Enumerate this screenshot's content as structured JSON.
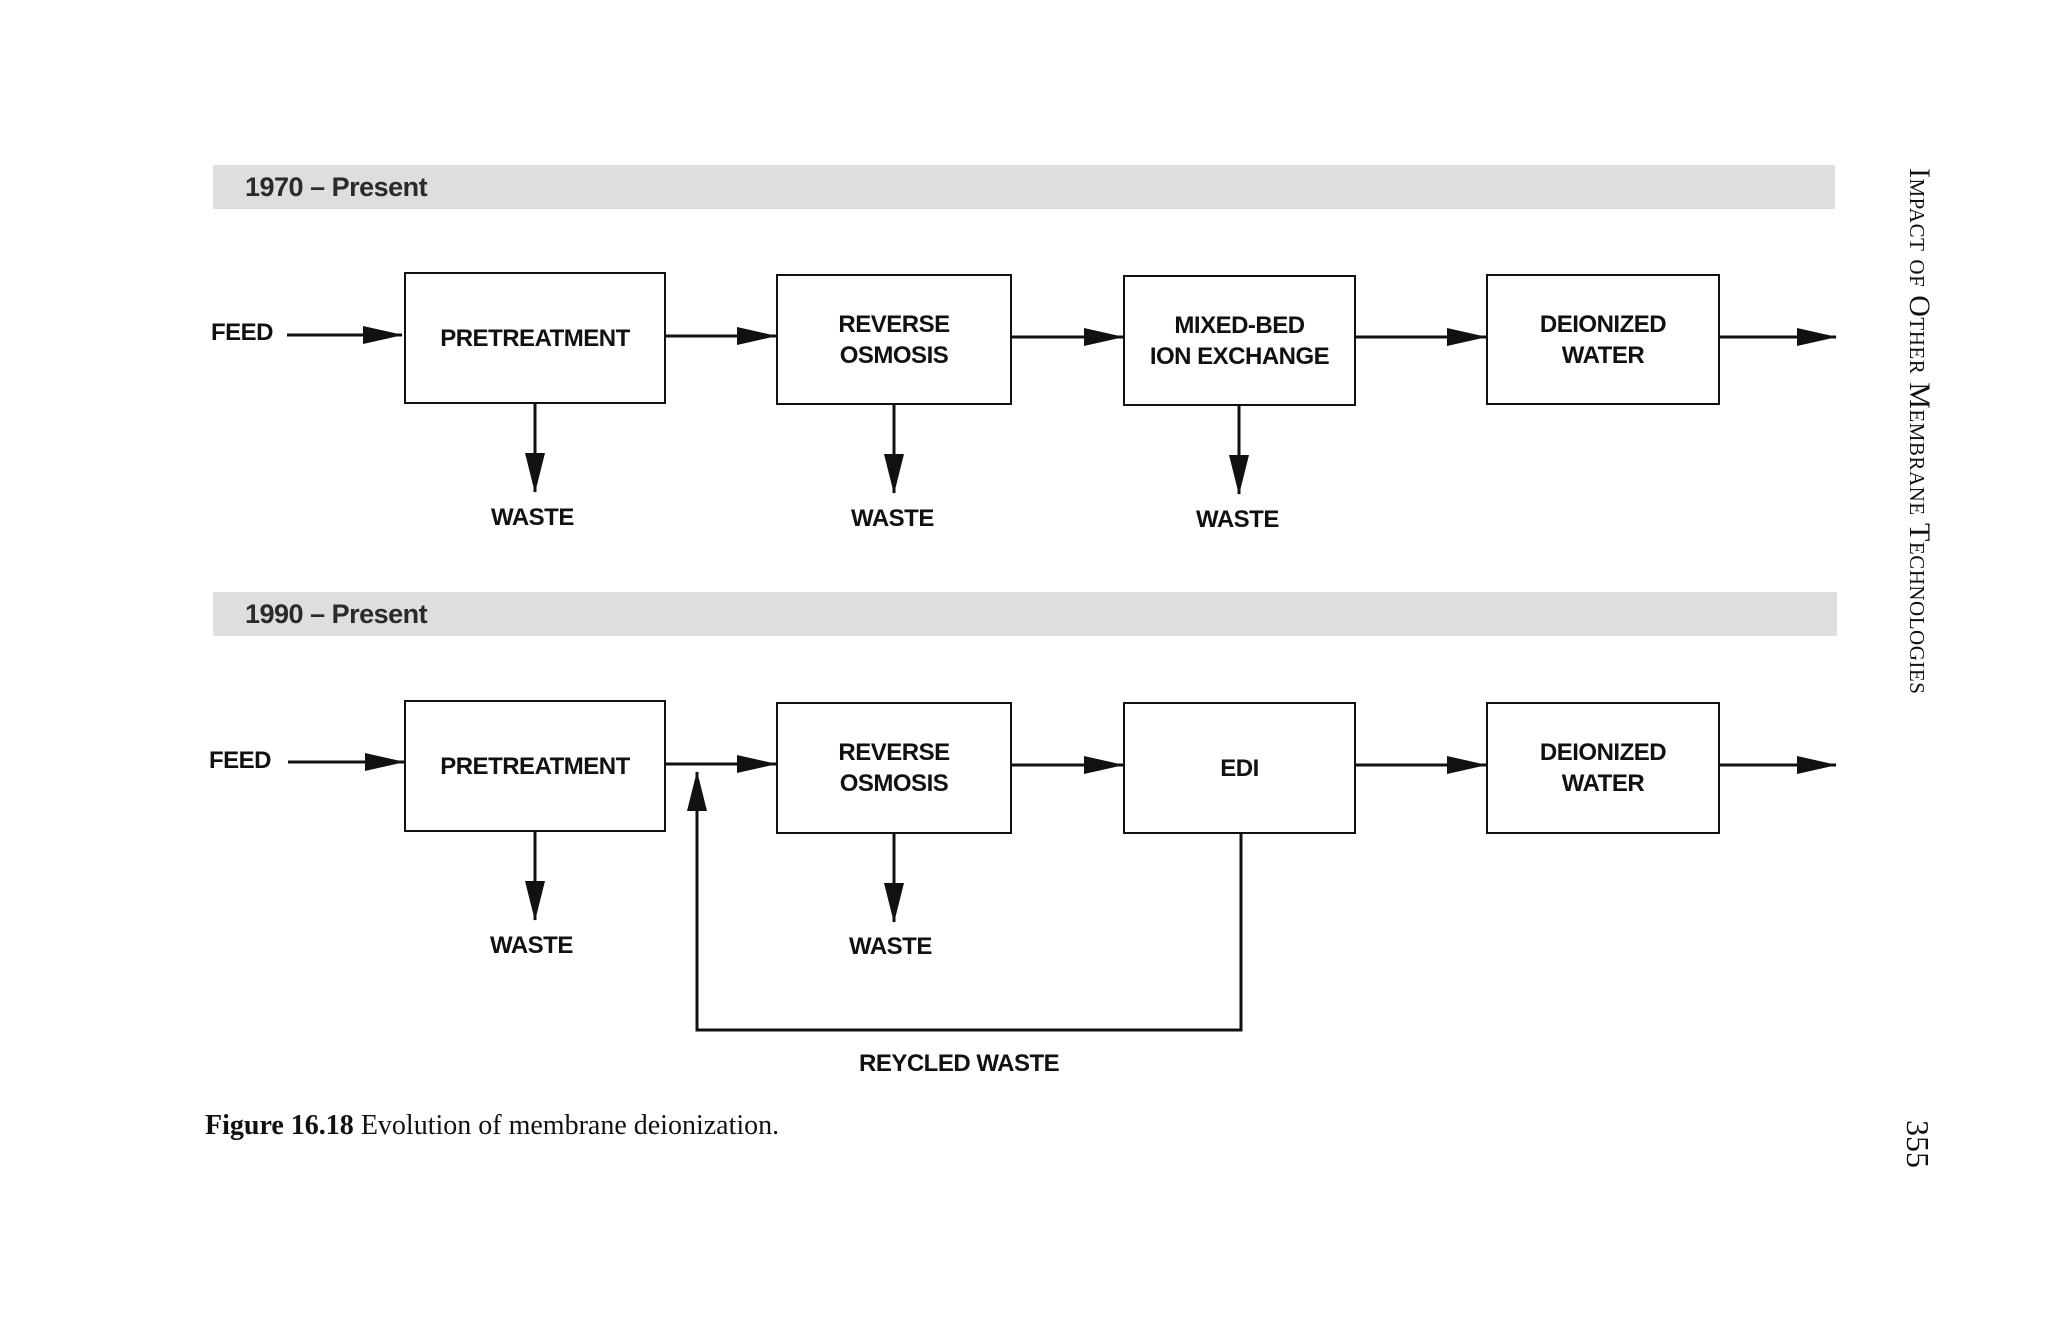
{
  "running_head": "Impact of Other Membrane Technologies",
  "page_number": "355",
  "caption": {
    "label": "Figure 16.18",
    "text": "Evolution of membrane deionization."
  },
  "panels": [
    {
      "era": "1970 – Present",
      "feed": "FEED",
      "steps": [
        "PRETREATMENT",
        "REVERSE\nOSMOSIS",
        "MIXED-BED\nION EXCHANGE",
        "DEIONIZED\nWATER"
      ],
      "waste": [
        "WASTE",
        "WASTE",
        "WASTE"
      ]
    },
    {
      "era": "1990 – Present",
      "feed": "FEED",
      "steps": [
        "PRETREATMENT",
        "REVERSE\nOSMOSIS",
        "EDI",
        "DEIONIZED\nWATER"
      ],
      "waste": [
        "WASTE",
        "WASTE"
      ],
      "recycle": "REYCLED WASTE"
    }
  ]
}
